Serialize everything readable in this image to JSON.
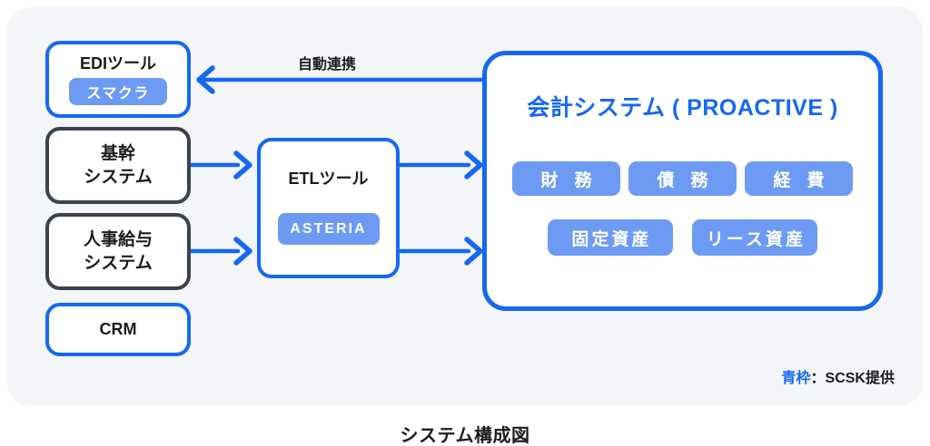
{
  "colors": {
    "blue": "#1668F1",
    "badge_blue": "#6D9BF4",
    "dark_border": "#3A424E",
    "canvas_bg": "#F3F5F8",
    "text_dark": "#1C1C1E"
  },
  "nodes": {
    "edi": {
      "title": "EDIツール",
      "badge": "スマクラ"
    },
    "core": {
      "line1": "基幹",
      "line2": "システム"
    },
    "hr": {
      "line1": "人事給与",
      "line2": "システム"
    },
    "crm": {
      "title": "CRM"
    },
    "etl": {
      "title": "ETLツール",
      "badge": "ASTERIA"
    },
    "accounting": {
      "title": "会計システム ( PROACTIVE )",
      "modules_row1": [
        "財務",
        "債務",
        "経費"
      ],
      "modules_row2": [
        "固定資産",
        "リース資産"
      ]
    }
  },
  "arrows": {
    "auto_link_label": "自動連携"
  },
  "legend": {
    "blue_part": "青枠",
    "black_part": "：SCSK提供"
  },
  "caption": "システム構成図"
}
